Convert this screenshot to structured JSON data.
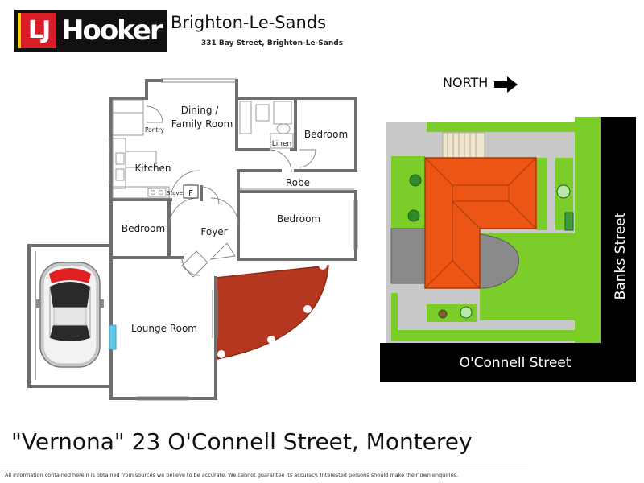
{
  "agency": {
    "logo_initials": "LJ",
    "logo_name": "Hooker",
    "office": "Brighton-Le-Sands",
    "address": "331 Bay Street, Brighton-Le-Sands"
  },
  "compass": {
    "label": "NORTH",
    "icon": "arrow-right-icon"
  },
  "floor_plan": {
    "rooms": {
      "dining": "Dining /",
      "family": "Family Room",
      "pantry": "Pantry",
      "linen": "Linen",
      "bedroom_1": "Bedroom",
      "kitchen": "Kitchen",
      "stove": "Stove",
      "fridge": "F",
      "robe": "Robe",
      "bedroom_2": "Bedroom",
      "bedroom_3": "Bedroom",
      "foyer": "Foyer",
      "lounge": "Lounge Room"
    }
  },
  "site_plan": {
    "street_south": "O'Connell Street",
    "street_east": "Banks Street"
  },
  "colors": {
    "roof": "#ed5514",
    "lawn": "#7ccd2a",
    "path": "#c8c8c8",
    "street": "#000000",
    "terrace": "#b5371f",
    "logo_red": "#d91e2a"
  },
  "caption": "\"Vernona\" 23 O'Connell Street, Monterey",
  "disclaimer": "All information contained herein is obtained from sources we believe to be accurate. We cannot guarantee its accuracy. Interested persons should make their own enquiries."
}
